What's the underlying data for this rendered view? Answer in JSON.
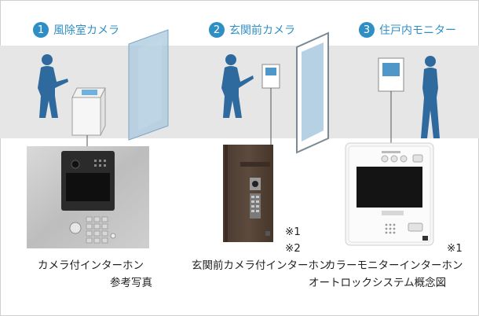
{
  "steps": [
    {
      "num": "1",
      "title": "風除室カメラ"
    },
    {
      "num": "2",
      "title": "玄関前カメラ"
    },
    {
      "num": "3",
      "title": "住戸内モニター"
    }
  ],
  "captions": {
    "left_line1": "カメラ付インターホン",
    "left_line2": "参考写真",
    "center_note1": "※1",
    "center_note2": "※2",
    "center_line1": "玄関前カメラ付インターホン",
    "right_note1": "※1",
    "right_line1": "カラーモニターインターホン",
    "right_line2": "オートロックシステム概念図"
  },
  "colors": {
    "accent": "#2f8fc4",
    "silhouette": "#2e6a9e",
    "band": "#e6e6e6"
  },
  "icons": [
    "person-silhouette-icon",
    "glass-door-icon",
    "intercom-panel-icon",
    "wall-monitor-icon"
  ]
}
